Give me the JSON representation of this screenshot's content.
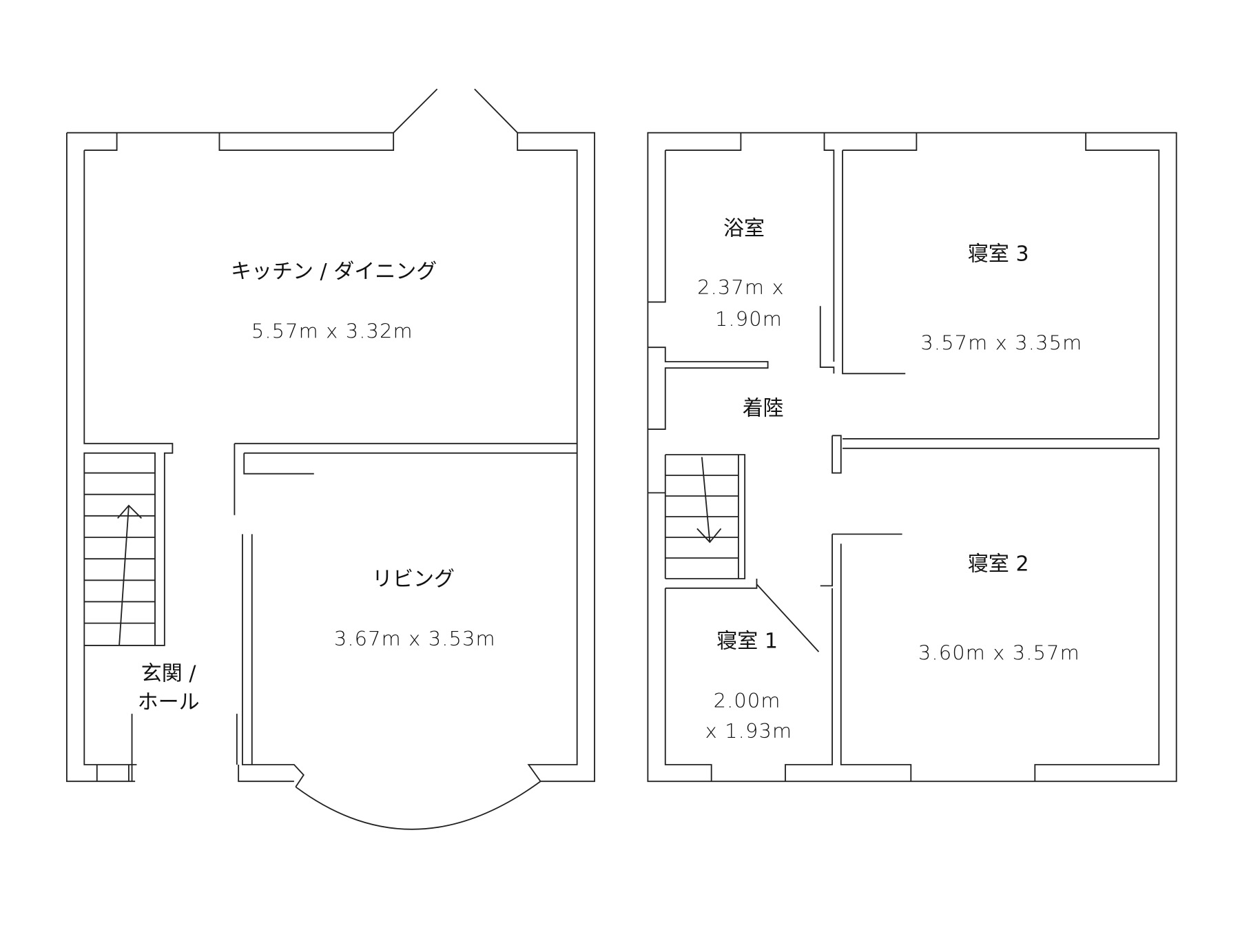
{
  "ground_floor": {
    "kitchen": {
      "name": "キッチン / ダイニング",
      "size": "5.57m x 3.32m"
    },
    "living": {
      "name": "リビング",
      "size": "3.67m x 3.53m"
    },
    "hall": {
      "name_line1": "玄関 /",
      "name_line2": "ホール"
    }
  },
  "first_floor": {
    "bathroom": {
      "name": "浴室",
      "size_line1": "2.37m x",
      "size_line2": "1.90m"
    },
    "landing": {
      "name": "着陸"
    },
    "bedroom3": {
      "name": "寝室 3",
      "size": "3.57m x 3.35m"
    },
    "bedroom2": {
      "name": "寝室 2",
      "size": "3.60m x 3.57m"
    },
    "bedroom1": {
      "name": "寝室 1",
      "size_line1": "2.00m",
      "size_line2": "x 1.93m"
    }
  }
}
